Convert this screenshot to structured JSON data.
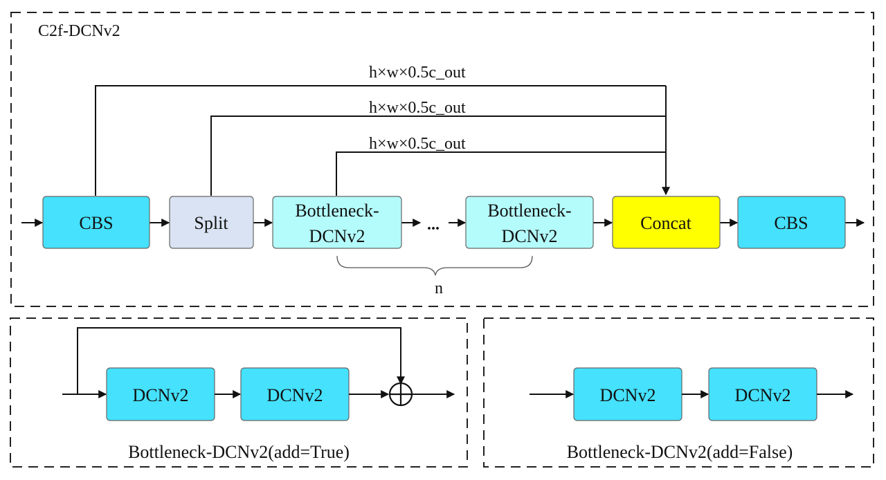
{
  "main_panel": {
    "title": "C2f-DCNv2",
    "branch_labels": [
      "h×w×0.5c_out",
      "h×w×0.5c_out",
      "h×w×0.5c_out"
    ],
    "blocks": [
      {
        "label1": "CBS",
        "color": "#45E1FD"
      },
      {
        "label1": "Split",
        "color": "#DAE3F3"
      },
      {
        "label1": "Bottleneck-",
        "label2": "DCNv2",
        "color": "#B4FBFB"
      },
      {
        "label1": "Bottleneck-",
        "label2": "DCNv2",
        "color": "#B4FBFB"
      },
      {
        "label1": "Concat",
        "color": "#FFFF00"
      },
      {
        "label1": "CBS",
        "color": "#45E1FD"
      }
    ],
    "ellipsis": "...",
    "repeat_label": "n"
  },
  "bottleneck_add_true": {
    "caption": "Bottleneck-DCNv2(add=True)",
    "blocks": [
      {
        "label": "DCNv2",
        "color": "#45E1FD"
      },
      {
        "label": "DCNv2",
        "color": "#45E1FD"
      }
    ],
    "operator_icon": "circle-plus-icon"
  },
  "bottleneck_add_false": {
    "caption": "Bottleneck-DCNv2(add=False)",
    "blocks": [
      {
        "label": "DCNv2",
        "color": "#45E1FD"
      },
      {
        "label": "DCNv2",
        "color": "#45E1FD"
      }
    ]
  }
}
